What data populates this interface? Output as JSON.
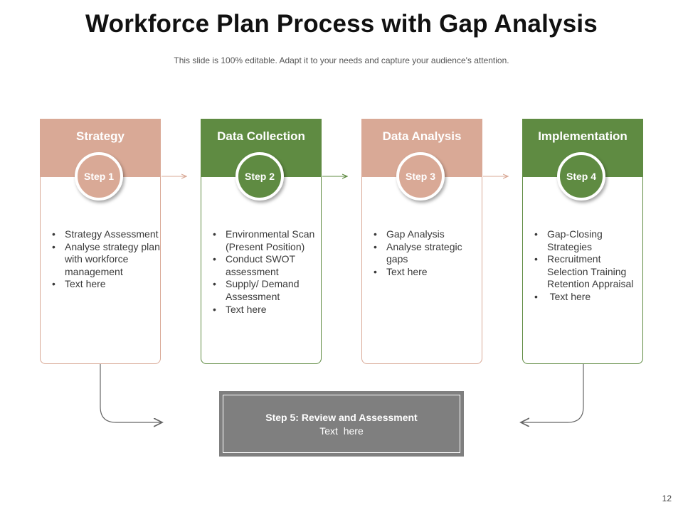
{
  "title": "Workforce Plan Process with Gap Analysis",
  "subtitle": "This slide is 100% editable. Adapt it to your needs and capture your audience's attention.",
  "colors": {
    "tan": "#d9a996",
    "green": "#5f8b42",
    "gray": "#7f7f7f"
  },
  "steps": [
    {
      "heading": "Strategy",
      "step": "Step 1",
      "bullets": [
        "Strategy Assessment",
        "Analyse strategy plan with workforce management",
        "Text here"
      ]
    },
    {
      "heading": "Data Collection",
      "step": "Step 2",
      "bullets": [
        "Environmental Scan (Present Position)",
        "Conduct SWOT assessment",
        "Supply/ Demand Assessment",
        "Text here"
      ]
    },
    {
      "heading": "Data Analysis",
      "step": "Step 3",
      "bullets": [
        "Gap Analysis",
        "Analyse strategic gaps",
        "Text here"
      ]
    },
    {
      "heading": "Implementation",
      "step": "Step 4",
      "bullets": [
        "Gap-Closing Strategies",
        "Recruitment Selection Training Retention Appraisal",
        " Text here"
      ]
    }
  ],
  "review": {
    "title": "Step 5: Review and Assessment",
    "text": "Text  here"
  },
  "page_number": "12"
}
